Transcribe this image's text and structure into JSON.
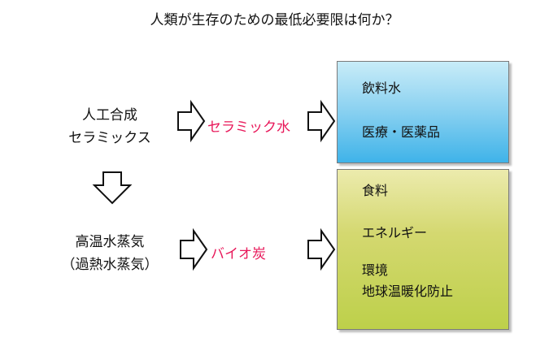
{
  "title": "人類が生存のための最低必要限は何か？",
  "left_top": {
    "line1": "人工合成",
    "line2": "セラミックス"
  },
  "left_bottom": {
    "line1": "高温水蒸気",
    "line2": "（過熱水蒸気）"
  },
  "middle_top": "セラミック水",
  "middle_bottom": "バイオ炭",
  "box_top": {
    "items": [
      "飲料水",
      "医療・医薬品"
    ]
  },
  "box_bottom": {
    "items": [
      "食料",
      "エネルギー",
      "環境",
      "地球温暖化防止"
    ]
  },
  "colors": {
    "accent_text": "#e8185a",
    "box_top": "#5bbfeb",
    "box_bottom": "#c8d65a"
  }
}
